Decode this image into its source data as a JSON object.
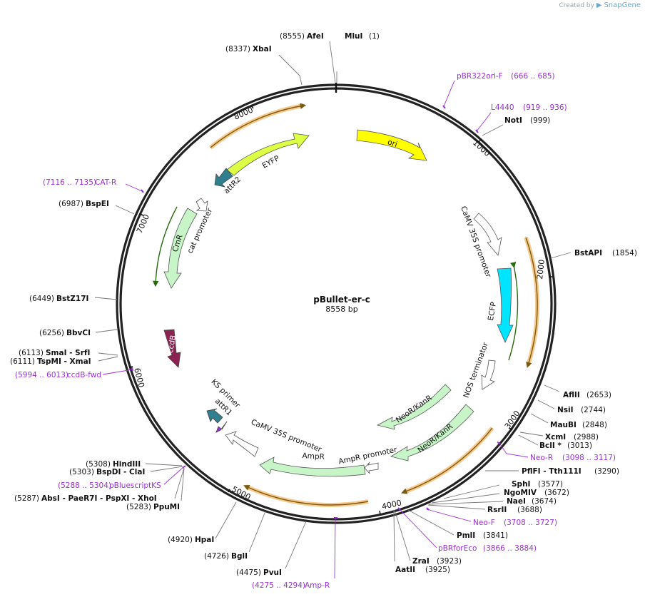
{
  "branding": {
    "created_by": "Created by",
    "brand": "SnapGene"
  },
  "plasmid": {
    "name": "pBullet-er-c",
    "size_label": "8558 bp",
    "length": 8558
  },
  "ticks": [
    "1000",
    "2000",
    "3000",
    "4000",
    "5000",
    "6000",
    "7000",
    "8000"
  ],
  "sites": [
    {
      "name": "MluI",
      "pos": "(1)",
      "num": 1
    },
    {
      "name": "AfeI",
      "pos": "(8555)",
      "num": 8555
    },
    {
      "name": "XbaI",
      "pos": "(8337)",
      "num": 8337
    },
    {
      "name": "NotI",
      "pos": "(999)",
      "num": 999
    },
    {
      "name": "BstAPI",
      "pos": "(1854)",
      "num": 1854
    },
    {
      "name": "AflII",
      "pos": "(2653)",
      "num": 2653
    },
    {
      "name": "NsiI",
      "pos": "(2744)",
      "num": 2744
    },
    {
      "name": "MauBI",
      "pos": "(2848)",
      "num": 2848
    },
    {
      "name": "XcmI",
      "pos": "(2988)",
      "num": 2988
    },
    {
      "name": "BclI *",
      "pos": "(3013)",
      "num": 3013
    },
    {
      "name": "PflFI - Tth111I",
      "pos": "(3290)",
      "num": 3290
    },
    {
      "name": "SphI",
      "pos": "(3577)",
      "num": 3577
    },
    {
      "name": "NgoMIV",
      "pos": "(3672)",
      "num": 3672
    },
    {
      "name": "NaeI",
      "pos": "(3674)",
      "num": 3674
    },
    {
      "name": "RsrII",
      "pos": "(3688)",
      "num": 3688
    },
    {
      "name": "PmlI",
      "pos": "(3841)",
      "num": 3841
    },
    {
      "name": "ZraI",
      "pos": "(3923)",
      "num": 3923
    },
    {
      "name": "AatII",
      "pos": "(3925)",
      "num": 3925
    },
    {
      "name": "PvuI",
      "pos": "(4475)",
      "num": 4475
    },
    {
      "name": "BglI",
      "pos": "(4726)",
      "num": 4726
    },
    {
      "name": "HpaI",
      "pos": "(4920)",
      "num": 4920
    },
    {
      "name": "PpuMI",
      "pos": "(5283)",
      "num": 5283
    },
    {
      "name": "AbsI - PaeR7I - PspXI - XhoI",
      "pos": "(5287)",
      "num": 5287
    },
    {
      "name": "BspDI - ClaI",
      "pos": "(5303)",
      "num": 5303
    },
    {
      "name": "HindIII",
      "pos": "(5308)",
      "num": 5308
    },
    {
      "name": "TspMI - XmaI",
      "pos": "(6111)",
      "num": 6111
    },
    {
      "name": "SmaI - SrfI",
      "pos": "(6113)",
      "num": 6113
    },
    {
      "name": "BbvCI",
      "pos": "(6256)",
      "num": 6256
    },
    {
      "name": "BstZ17I",
      "pos": "(6449)",
      "num": 6449
    },
    {
      "name": "BspEI",
      "pos": "(6987)",
      "num": 6987
    }
  ],
  "primers": [
    {
      "name": "pBR322ori-F",
      "range": "(666 .. 685)",
      "num": 675
    },
    {
      "name": "L4440",
      "range": "(919 .. 936)",
      "num": 927
    },
    {
      "name": "Neo-R",
      "range": "(3098 .. 3117)",
      "num": 3107
    },
    {
      "name": "Neo-F",
      "range": "(3708 .. 3727)",
      "num": 3717
    },
    {
      "name": "pBRforEco",
      "range": "(3866 .. 3884)",
      "num": 3875
    },
    {
      "name": "Amp-R",
      "range": "(4275 .. 4294)",
      "num": 4284
    },
    {
      "name": "pBluescriptKS",
      "range": "(5288 .. 5304)",
      "num": 5296
    },
    {
      "name": "ccdB-fwd",
      "range": "(5994 .. 6013)",
      "num": 6003
    },
    {
      "name": "CAT-R",
      "range": "(7116 .. 7135)",
      "num": 7125
    }
  ],
  "features": [
    {
      "name": "ori",
      "color": "#ffff00"
    },
    {
      "name": "EYFP",
      "color": "#ddff44"
    },
    {
      "name": "attR2",
      "color": "#2f7f8f"
    },
    {
      "name": "CaMV 35S promoter",
      "color": "#ffffff"
    },
    {
      "name": "ECFP",
      "color": "#00e5ff"
    },
    {
      "name": "NOS terminator",
      "color": "#ffffff"
    },
    {
      "name": "NeoR/KanR",
      "color": "#c8f5c8"
    },
    {
      "name": "NeoR/KanR",
      "color": "#c8f5c8"
    },
    {
      "name": "AmpR promoter",
      "color": "#ffffff"
    },
    {
      "name": "AmpR",
      "color": "#c8f5c8"
    },
    {
      "name": "CaMV 35S promoter",
      "color": "#ffffff"
    },
    {
      "name": "KS primer",
      "color": "#9b30d9"
    },
    {
      "name": "attR1",
      "color": "#2f7f8f"
    },
    {
      "name": "ccdB",
      "color": "#8b2252"
    },
    {
      "name": "CmR",
      "color": "#c8f5c8"
    },
    {
      "name": "cat promoter",
      "color": "#ffffff"
    }
  ],
  "colors": {
    "backbone": "#222222",
    "primer": "#9b30d9",
    "orf": "#e8a23a",
    "orf_inner": "#7a5a10"
  }
}
